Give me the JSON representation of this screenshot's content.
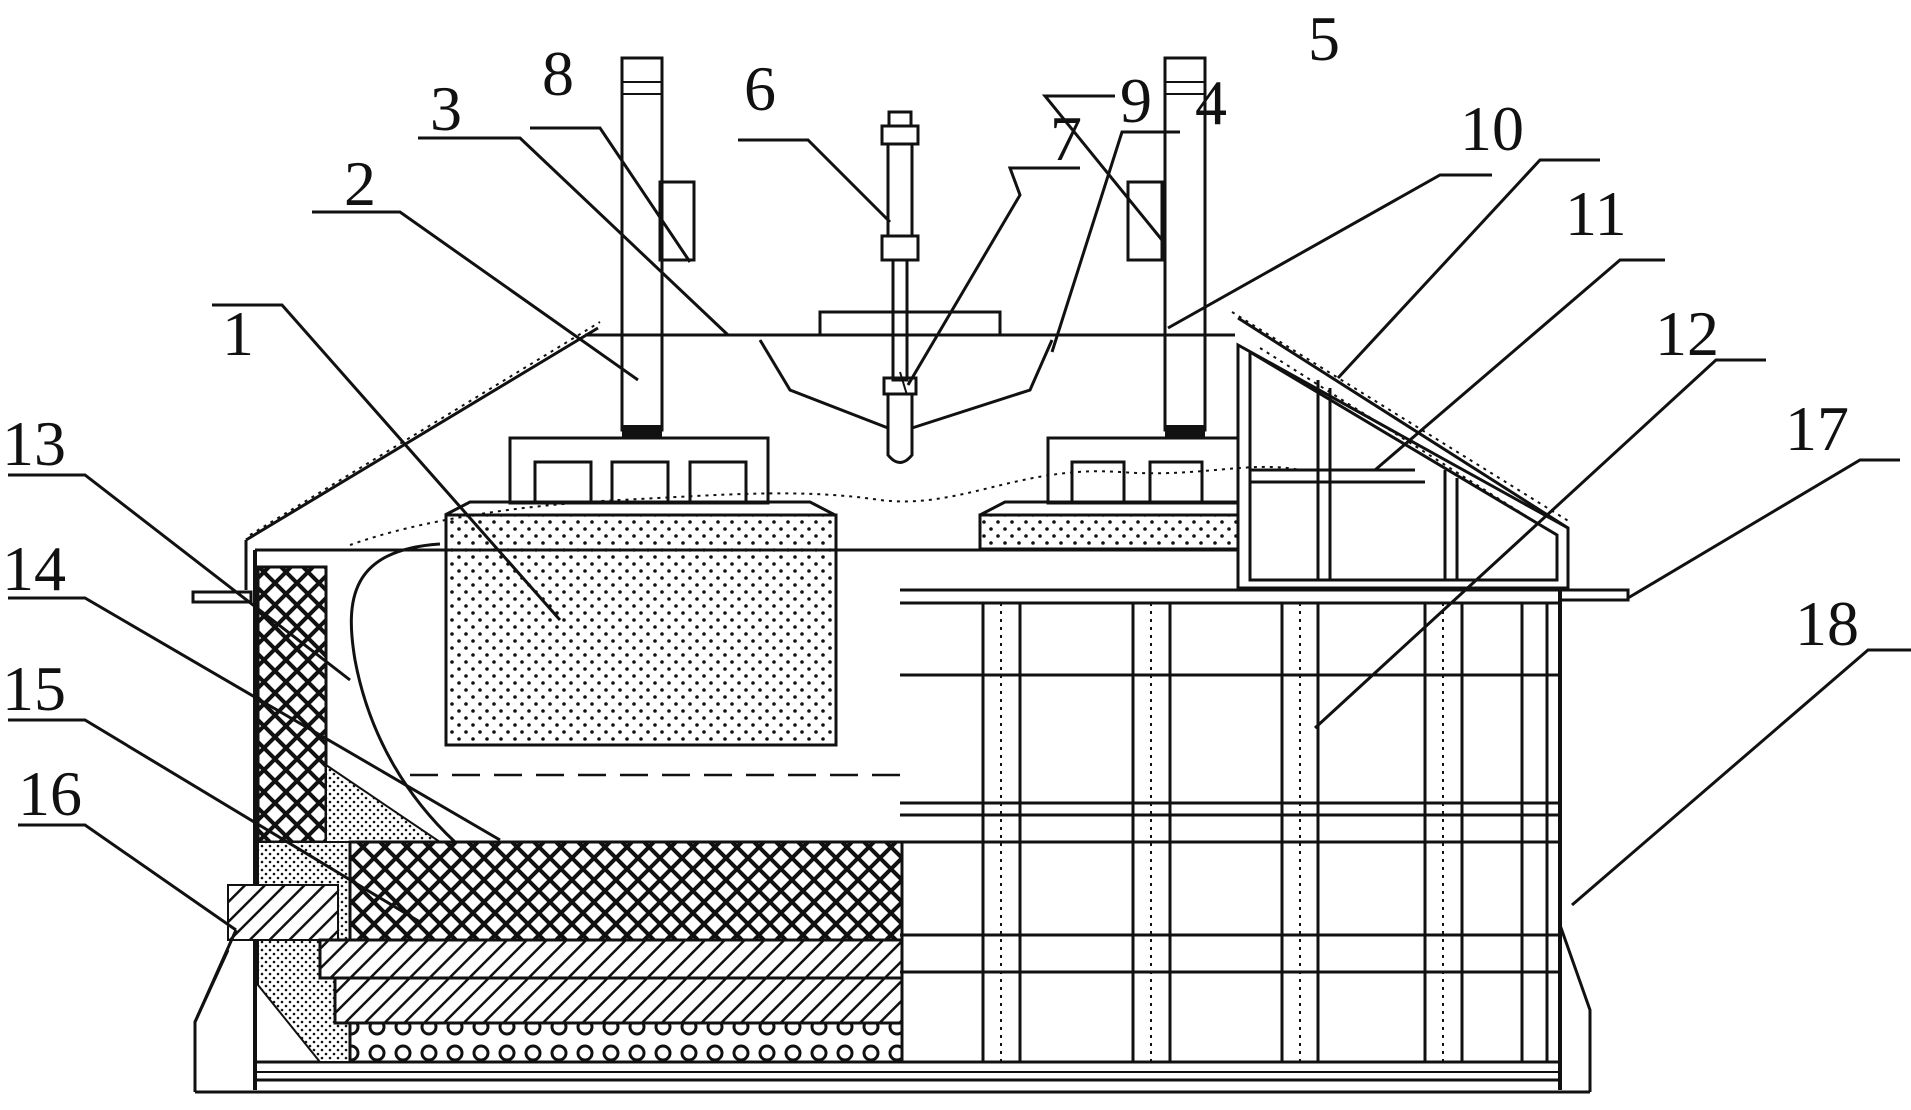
{
  "diagram": {
    "labels": [
      {
        "id": "1",
        "text": "1"
      },
      {
        "id": "2",
        "text": "2"
      },
      {
        "id": "3",
        "text": "3"
      },
      {
        "id": "4",
        "text": "4"
      },
      {
        "id": "5",
        "text": "5"
      },
      {
        "id": "6",
        "text": "6"
      },
      {
        "id": "7",
        "text": "7"
      },
      {
        "id": "8",
        "text": "8"
      },
      {
        "id": "9",
        "text": "9"
      },
      {
        "id": "10",
        "text": "10"
      },
      {
        "id": "11",
        "text": "11"
      },
      {
        "id": "12",
        "text": "12"
      },
      {
        "id": "13",
        "text": "13"
      },
      {
        "id": "14",
        "text": "14"
      },
      {
        "id": "15",
        "text": "15"
      },
      {
        "id": "16",
        "text": "16"
      },
      {
        "id": "17",
        "text": "17"
      },
      {
        "id": "18",
        "text": "18"
      }
    ]
  },
  "colors": {
    "ink": "#111111",
    "background": "#ffffff"
  }
}
